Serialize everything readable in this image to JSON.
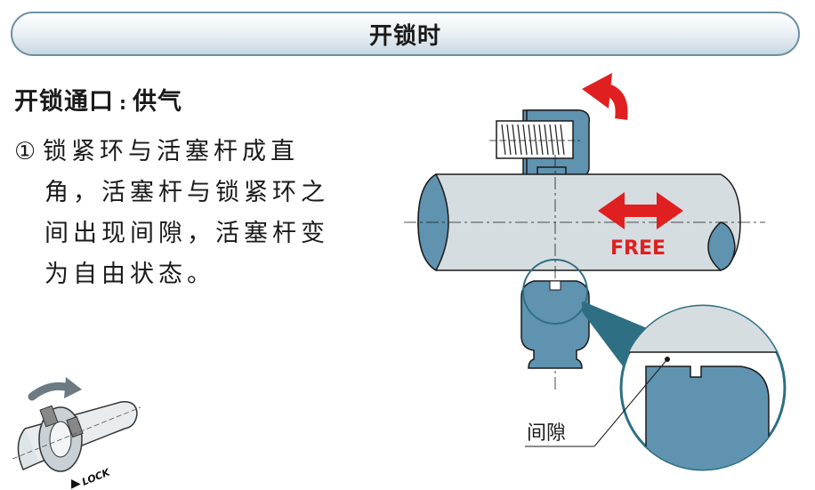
{
  "header": {
    "title": "开锁时"
  },
  "port": {
    "label": "开锁通口",
    "separator": ":",
    "value": "供气"
  },
  "step": {
    "number": "①",
    "text": "锁紧环与活塞杆成直角，活塞杆与锁紧环之间出现间隙，活塞杆变为自由状态。"
  },
  "diagram": {
    "free_label": "FREE",
    "gap_label": "间隙",
    "lock_label": "LOCK",
    "colors": {
      "rod_fill": "#d6dde1",
      "steel_blue": "#5f93b0",
      "arrow_red": "#e02020",
      "outline": "#1a1a1a",
      "leader_teal": "#2f6f84"
    }
  }
}
